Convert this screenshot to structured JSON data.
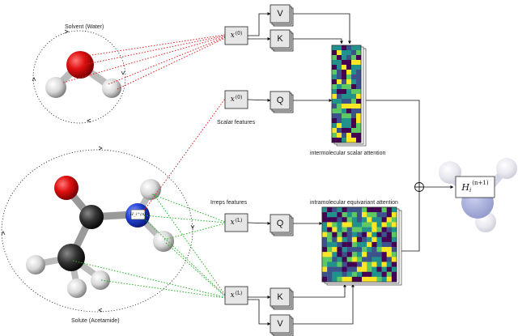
{
  "labels": {
    "solvent": "Solvent (Water)",
    "solute": "Solute (Acetamide)",
    "scalar_features": "Scalar features",
    "irreps_features": "Irreps features",
    "inter_attention": "intermolecular scalar attention",
    "intra_attention": "intramolecular equivariant attention"
  },
  "nodes": {
    "x0_base": "x",
    "x0_sup": "(0)",
    "xL_base": "x",
    "xL_sup": "(L)",
    "h_base": "H",
    "h_sub": "i",
    "h_sup": "(n+1)",
    "hi_small": "H_i^(n)"
  },
  "boxes": {
    "V": "V",
    "K": "K",
    "Q": "Q"
  },
  "colors": {
    "oxygen": "#e01010",
    "hydrogen": "#dcdcdc",
    "carbon": "#333333",
    "nitrogen": "#2040d0",
    "dotted_red": "#e02020",
    "dotted_green": "#20b020",
    "viridis": [
      "#440154",
      "#3b528b",
      "#21918c",
      "#5ec962",
      "#fde725"
    ]
  }
}
